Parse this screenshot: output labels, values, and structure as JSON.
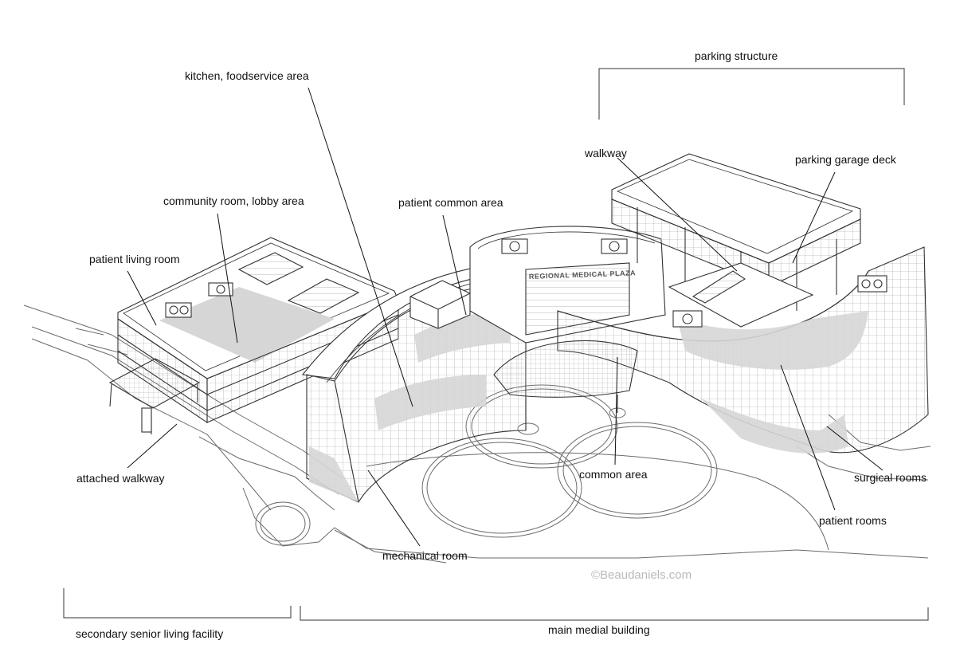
{
  "labels": {
    "parking_structure": "parking structure",
    "kitchen": "kitchen, foodservice area",
    "walkway": "walkway",
    "parking_garage_deck": "parking garage deck",
    "community_room": "community room, lobby area",
    "patient_common_area": "patient common area",
    "patient_living_room": "patient living room",
    "attached_walkway": "attached walkway",
    "common_area": "common area",
    "surgical_rooms": "surgical rooms",
    "patient_rooms": "patient rooms",
    "mechanical_room": "mechanical room",
    "secondary_facility": "secondary senior living facility",
    "main_building": "main medial building"
  },
  "building_sign": "REGIONAL MEDICAL PLAZA",
  "watermark": "©Beaudaniels.com",
  "colors": {
    "line": "#333333",
    "light_line": "#8a8a8a",
    "highlight_fill": "#d6d6d6",
    "text": "#111111",
    "watermark": "#b9b9b9"
  }
}
